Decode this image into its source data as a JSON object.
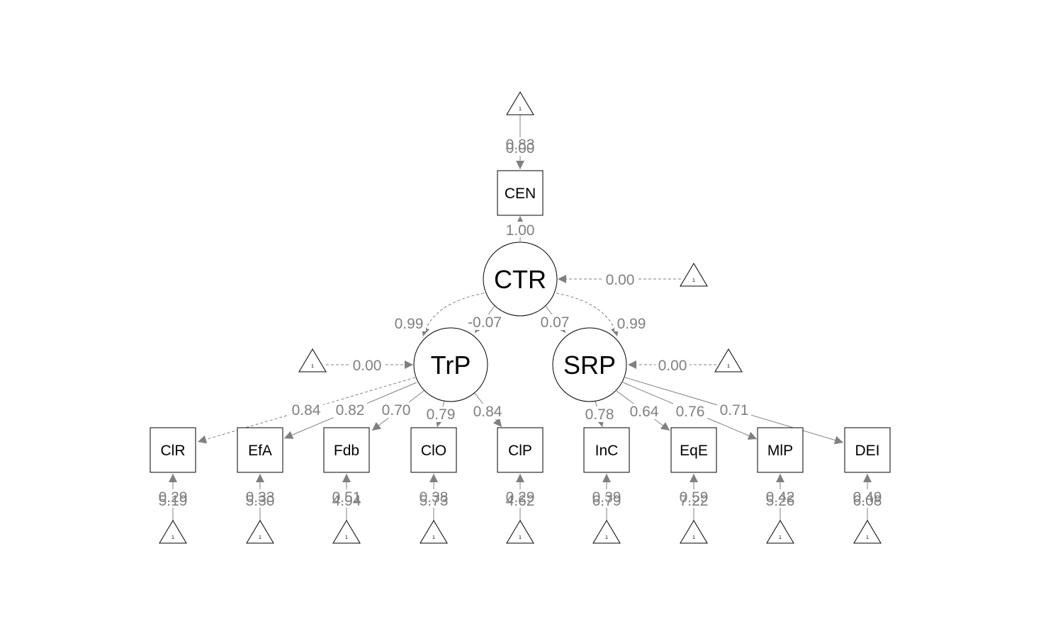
{
  "latent": {
    "CTR": "CTR",
    "TrP": "TrP",
    "SRP": "SRP"
  },
  "observed": {
    "CEN": "CEN",
    "ClR": "ClR",
    "EfA": "EfA",
    "Fdb": "Fdb",
    "ClO": "ClO",
    "ClP": "ClP",
    "InC": "InC",
    "EqE": "EqE",
    "MlP": "MlP",
    "DEI": "DEI"
  },
  "intercept_symbol": "1",
  "paths": {
    "ctr_cen": "1.00",
    "ctr_trp_curve": "0.99",
    "ctr_trp": "-0.07",
    "ctr_srp": "0.07",
    "ctr_srp_curve": "0.99",
    "int_ctr": "0.00",
    "int_trp": "0.00",
    "int_srp": "0.00",
    "trp_clr": "0.84",
    "trp_efa": "0.82",
    "trp_fdb": "0.70",
    "trp_clo": "0.79",
    "trp_clp": "0.84",
    "srp_inc": "0.78",
    "srp_eqe": "0.64",
    "srp_mlp": "0.76",
    "srp_dei": "0.71"
  },
  "intercepts": {
    "CEN": [
      "0.83",
      "0.00"
    ],
    "ClR": [
      "0.29",
      "5.19"
    ],
    "EfA": [
      "0.33",
      "5.30"
    ],
    "Fdb": [
      "0.51",
      "4.94"
    ],
    "ClO": [
      "0.38",
      "5.73"
    ],
    "ClP": [
      "0.29",
      "4.62"
    ],
    "InC": [
      "0.39",
      "6.79"
    ],
    "EqE": [
      "0.59",
      "7.22"
    ],
    "MlP": [
      "0.42",
      "5.26"
    ],
    "DEI": [
      "0.49",
      "6.08"
    ]
  }
}
